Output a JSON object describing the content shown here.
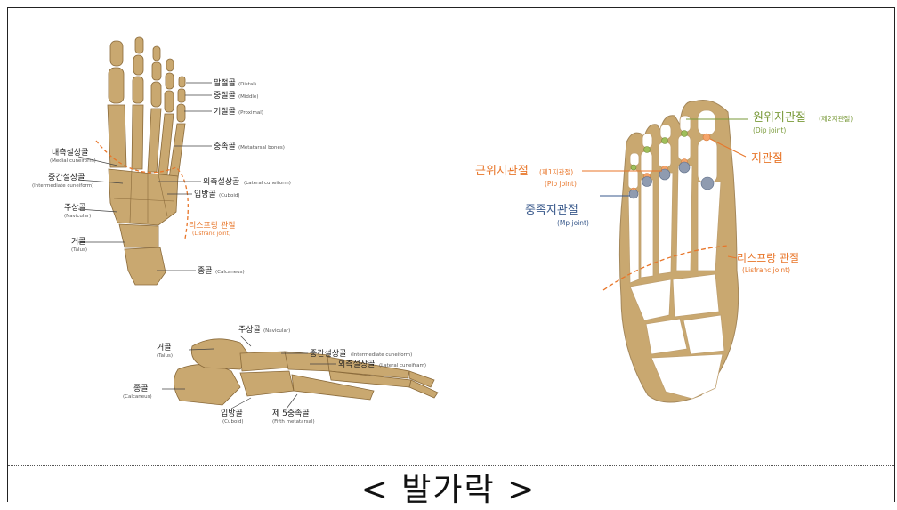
{
  "caption": "< 발가락 >",
  "top_foot": {
    "labels": {
      "distal": {
        "ko": "말절골",
        "en": "(Distal)"
      },
      "middle": {
        "ko": "중절골",
        "en": "(Middle)"
      },
      "proximal": {
        "ko": "기절골",
        "en": "(Proximal)"
      },
      "metatarsal": {
        "ko": "중족골",
        "en": "(Metatarsal bones)"
      },
      "medial_cuneiform": {
        "ko": "내측설상골",
        "en": "(Medial cuneiform)"
      },
      "intermediate_cuneiform": {
        "ko": "중간설상골",
        "en": "(Intermediate cuneiform)"
      },
      "lateral_cuneiform": {
        "ko": "외측설상골",
        "en": "(Lateral cuneiform)"
      },
      "cuboid": {
        "ko": "입방골",
        "en": "(Cuboid)"
      },
      "navicular": {
        "ko": "주상골",
        "en": "(Navicular)"
      },
      "lisfranc": {
        "ko": "리스프랑 관절",
        "en": "(Lisfranc joint)"
      },
      "talus": {
        "ko": "거골",
        "en": "(Talus)"
      },
      "calcaneus": {
        "ko": "종골",
        "en": "(Calcaneus)"
      }
    }
  },
  "side_foot": {
    "labels": {
      "navicular": {
        "ko": "주상골",
        "en": "(Navicular)"
      },
      "talus": {
        "ko": "거골",
        "en": "(Talus)"
      },
      "intermediate_cuneiform": {
        "ko": "중간설상골",
        "en": "(Intermediate cuneiform)"
      },
      "lateral_cuneiform": {
        "ko": "외측설상골",
        "en": "(Lateral cuneifram)"
      },
      "calcaneus": {
        "ko": "종골",
        "en": "(Calcaneus)"
      },
      "cuboid": {
        "ko": "입방골",
        "en": "(Cuboid)"
      },
      "fifth_metatarsal": {
        "ko": "제 5중족골",
        "en": "(Fifth metatarsal)"
      }
    }
  },
  "joint_foot": {
    "labels": {
      "dip": {
        "ko": "원위지관절",
        "note": "(제2지관절)",
        "en": "(Dip joint)"
      },
      "toe_joint": {
        "ko": "지관절"
      },
      "pip": {
        "ko": "근위지관절",
        "note": "(제1지관절)",
        "en": "(Pip joint)"
      },
      "mp": {
        "ko": "중족지관절",
        "en": "(Mp joint)"
      },
      "lisfranc": {
        "ko": "리스프랑 관절",
        "en": "(Lisfranc joint)"
      }
    },
    "colors": {
      "dip": "#7a9a3a",
      "pip": "#e8762a",
      "mp": "#3a5a8c",
      "bone": "#c9a870"
    }
  }
}
